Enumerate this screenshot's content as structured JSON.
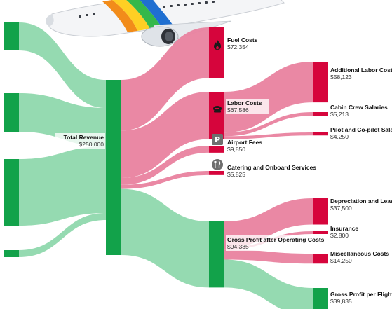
{
  "colors": {
    "green_node": "#12a24a",
    "green_link": "#8fd8ad",
    "red_node": "#d6053c",
    "red_link": "#e9829f",
    "icon_dark": "#6f6f6f"
  },
  "chart_data": {
    "type": "sankey",
    "units": "USD",
    "sources": [
      {
        "id": "src1",
        "value": 40000
      },
      {
        "id": "src2",
        "value": 55000
      },
      {
        "id": "src3",
        "value": 95000
      },
      {
        "id": "src4",
        "value": 10000
      }
    ],
    "nodes": [
      {
        "id": "total_revenue",
        "label": "Total Revenue",
        "value_text": "$250,000",
        "value": 250000,
        "color": "green"
      },
      {
        "id": "fuel_costs",
        "label": "Fuel Costs",
        "value_text": "$72,354",
        "value": 72354,
        "color": "red",
        "icon": "flame-icon"
      },
      {
        "id": "labor_costs",
        "label": "Labor Costs",
        "value_text": "$67,586",
        "value": 67586,
        "color": "red",
        "icon": "crew-icon"
      },
      {
        "id": "airport_fees",
        "label": "Airport Fees",
        "value_text": "$9,850",
        "value": 9850,
        "color": "red",
        "icon": "parking-icon"
      },
      {
        "id": "catering",
        "label": "Catering and Onboard Services",
        "value_text": "$5,825",
        "value": 5825,
        "color": "red",
        "icon": "utensils-icon"
      },
      {
        "id": "gross_profit_ops",
        "label": "Gross Profit after Operating Costs",
        "value_text": "$94,385",
        "value": 94385,
        "color": "green"
      },
      {
        "id": "additional_labor",
        "label": "Additional Labor Costs",
        "value_text": "$58,123",
        "value": 58123,
        "color": "red"
      },
      {
        "id": "cabin_crew",
        "label": "Cabin Crew Salaries",
        "value_text": "$5,213",
        "value": 5213,
        "color": "red"
      },
      {
        "id": "pilot_salaries",
        "label": "Pilot and Co-pilot Salaries",
        "value_text": "$4,250",
        "value": 4250,
        "color": "red"
      },
      {
        "id": "depreciation",
        "label": "Depreciation and Leasing",
        "value_text": "$37,500",
        "value": 37500,
        "color": "red"
      },
      {
        "id": "insurance",
        "label": "Insurance",
        "value_text": "$2,800",
        "value": 2800,
        "color": "red"
      },
      {
        "id": "misc_costs",
        "label": "Miscellaneous Costs",
        "value_text": "$14,250",
        "value": 14250,
        "color": "red"
      },
      {
        "id": "gross_profit_flight",
        "label": "Gross Profit per Flight",
        "value_text": "$39,835",
        "value": 39835,
        "color": "green"
      }
    ],
    "links": [
      {
        "source": "src1",
        "target": "total_revenue",
        "value": 40000
      },
      {
        "source": "src2",
        "target": "total_revenue",
        "value": 55000
      },
      {
        "source": "src3",
        "target": "total_revenue",
        "value": 95000
      },
      {
        "source": "src4",
        "target": "total_revenue",
        "value": 10000
      },
      {
        "source": "total_revenue",
        "target": "fuel_costs",
        "value": 72354
      },
      {
        "source": "total_revenue",
        "target": "labor_costs",
        "value": 67586
      },
      {
        "source": "total_revenue",
        "target": "airport_fees",
        "value": 9850
      },
      {
        "source": "total_revenue",
        "target": "catering",
        "value": 5825
      },
      {
        "source": "total_revenue",
        "target": "gross_profit_ops",
        "value": 94385
      },
      {
        "source": "labor_costs",
        "target": "additional_labor",
        "value": 58123
      },
      {
        "source": "labor_costs",
        "target": "cabin_crew",
        "value": 5213
      },
      {
        "source": "labor_costs",
        "target": "pilot_salaries",
        "value": 4250
      },
      {
        "source": "gross_profit_ops",
        "target": "depreciation",
        "value": 37500
      },
      {
        "source": "gross_profit_ops",
        "target": "insurance",
        "value": 2800
      },
      {
        "source": "gross_profit_ops",
        "target": "misc_costs",
        "value": 14250
      },
      {
        "source": "gross_profit_ops",
        "target": "gross_profit_flight",
        "value": 39835
      }
    ]
  }
}
